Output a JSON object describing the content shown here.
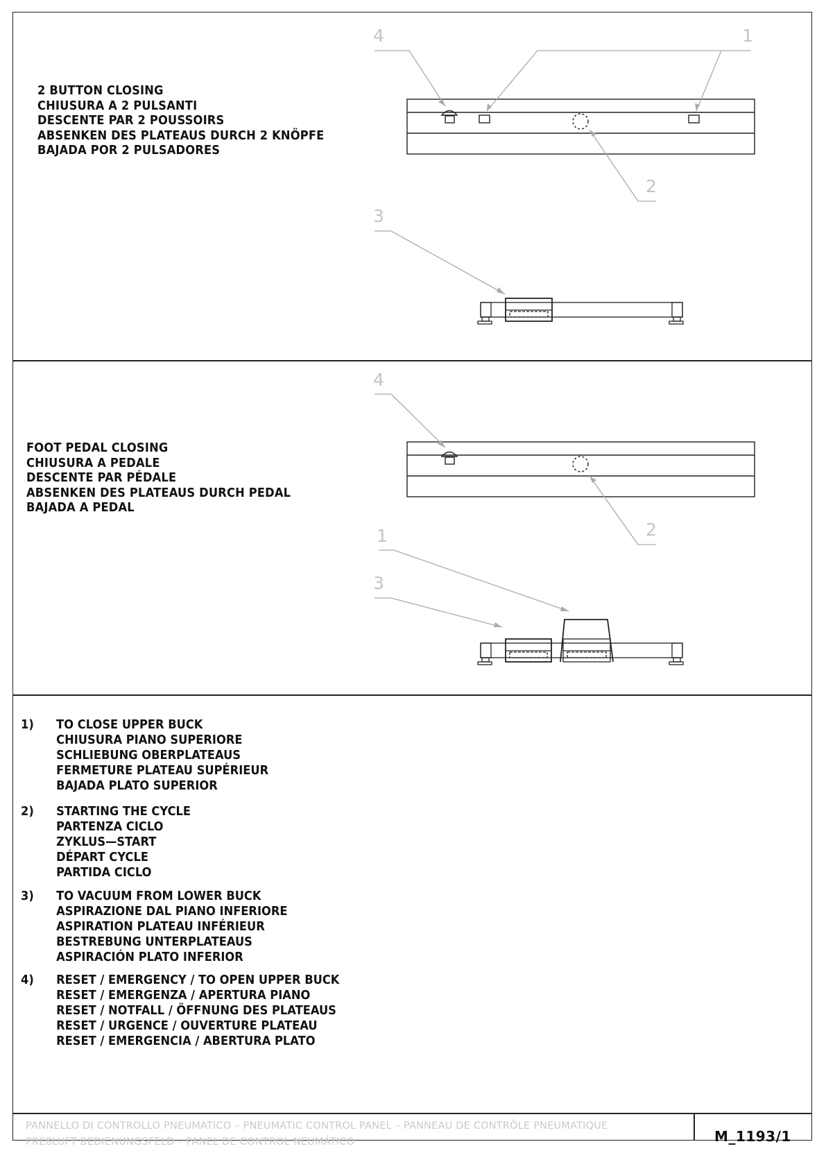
{
  "section_two_button": {
    "lines": [
      "2 BUTTON CLOSING",
      "CHIUSURA A 2 PULSANTI",
      "DESCENTE PAR 2 POUSSOIRS",
      "ABSENKEN DES PLATEAUS DURCH 2 KNÖPFE",
      "BAJADA POR 2 PULSADORES"
    ],
    "callouts": [
      "4",
      "1",
      "2",
      "3"
    ]
  },
  "section_foot_pedal": {
    "lines": [
      "FOOT PEDAL CLOSING",
      "CHIUSURA A PEDALE",
      "DESCENTE PAR PÉDALE",
      "ABSENKEN DES PLATEAUS DURCH PEDAL",
      "BAJADA A PEDAL"
    ],
    "callouts": [
      "4",
      "2",
      "1",
      "3"
    ]
  },
  "legend": [
    {
      "number": "1)",
      "lines": [
        "TO CLOSE UPPER BUCK",
        "CHIUSURA PIANO SUPERIORE",
        "SCHLIEBUNG OBERPLATEAUS",
        "FERMETURE PLATEAU SUPÉRIEUR",
        "BAJADA PLATO SUPERIOR"
      ]
    },
    {
      "number": "2)",
      "lines": [
        "STARTING THE CYCLE",
        "PARTENZA CICLO",
        "ZYKLUS—START",
        "DÉPART CYCLE",
        "PARTIDA CICLO"
      ]
    },
    {
      "number": "3)",
      "lines": [
        "TO VACUUM FROM LOWER BUCK",
        "ASPIRAZIONE DAL PIANO INFERIORE",
        "ASPIRATION PLATEAU INFÉRIEUR",
        "BESTREBUNG UNTERPLATEAUS",
        "ASPIRACIÓN PLATO INFERIOR"
      ]
    },
    {
      "number": "4)",
      "lines": [
        "RESET / EMERGENCY / TO OPEN UPPER BUCK",
        "RESET / EMERGENZA / APERTURA PIANO",
        "RESET / NOTFALL / ÖFFNUNG DES PLATEAUS",
        "RESET / URGENCE / OUVERTURE PLATEAU",
        "RESET / EMERGENCIA / ABERTURA PLATO"
      ]
    }
  ],
  "footer": {
    "line1": "PANNELLO DI CONTROLLO PNEUMATICO – PNEUMATIC CONTROL PANEL – PANNEAU DE CONTRÔLE PNEUMATIQUE",
    "line2": "PREßLUFT BEDIENUNGSFELD – PANEL DE CONTROL NEUMÁTICO",
    "code": "M_1193/1"
  }
}
